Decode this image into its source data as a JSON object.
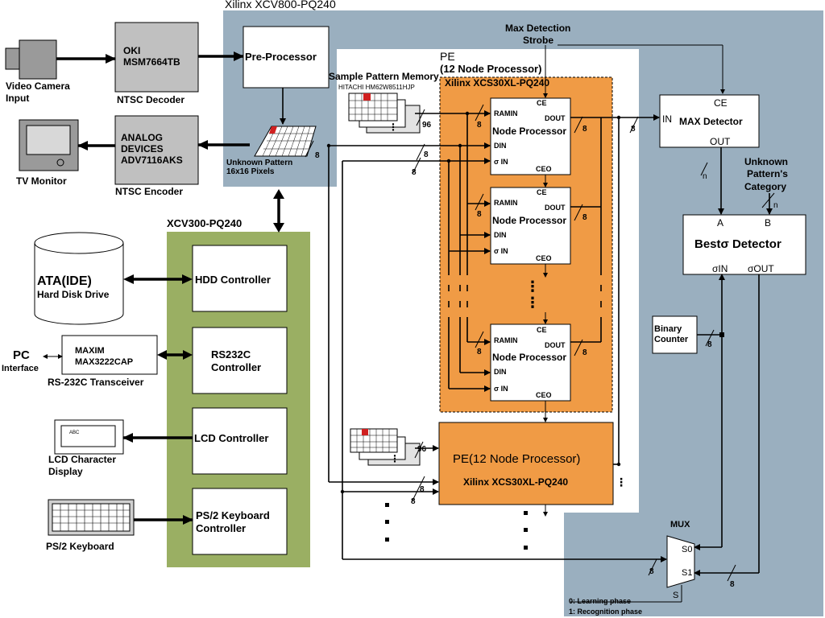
{
  "colors": {
    "fpga_bg": "#9aafbf",
    "green_bg": "#9aaf63",
    "orange": "#f09b45"
  },
  "regions": {
    "main_fpga": "Xilinx XCV800-PQ240",
    "io_fpga": "XCV300-PQ240",
    "pe_title": "PE",
    "pe_subtitle": "(12 Node Processor)",
    "pe_chip": "Xilinx XCS30XL-PQ240"
  },
  "left": {
    "camera": [
      "Video Camera",
      "Input"
    ],
    "decoder": [
      "OKI",
      "MSM7664TB"
    ],
    "decoder_caption": "NTSC Decoder",
    "tv": "TV Monitor",
    "encoder": [
      "ANALOG",
      "DEVICES",
      "ADV7116AKS"
    ],
    "encoder_caption": "NTSC Encoder",
    "hdd": [
      "ATA(IDE)",
      "Hard Disk Drive"
    ],
    "pc": [
      "PC",
      "Interface"
    ],
    "maxim": [
      "MAXIM",
      "MAX3222CAP"
    ],
    "maxim_caption": "RS-232C Transceiver",
    "lcd_screen": "ABC",
    "lcd": [
      "LCD Character",
      "Display"
    ],
    "keyboard": "PS/2 Keyboard"
  },
  "controllers": {
    "hdd": [
      "HDD Controller"
    ],
    "rs232": [
      "RS232C",
      "Controller"
    ],
    "lcd": [
      "LCD Controller"
    ],
    "ps2": [
      "PS/2 Keyboard",
      "Controller"
    ]
  },
  "center": {
    "preprocessor": "Pre-Processor",
    "pattern": [
      "Unknown Pattern",
      "16x16 Pixels"
    ],
    "sample_memory": "Sample Pattern Memory",
    "sample_chip": "HITACHI HM62W8511HJP"
  },
  "node": {
    "name": "Node Processor",
    "ce": "CE",
    "ramin": "RAMIN",
    "dout": "DOUT",
    "din": "DIN",
    "sin": "σ IN",
    "ceo": "CEO"
  },
  "pe2": {
    "title": "PE(12 Node Processor)",
    "chip": "Xilinx XCS30XL-PQ240"
  },
  "right": {
    "strobe": [
      "Max Detection",
      "Strobe"
    ],
    "maxdet": {
      "ce": "CE",
      "in": "IN",
      "name": "MAX Detector",
      "out": "OUT"
    },
    "category": [
      "Unknown",
      "Pattern's",
      "Category"
    ],
    "best": {
      "a": "A",
      "b": "B",
      "name": "Bestσ  Detector",
      "sin": "σIN",
      "sout": "σOUT"
    },
    "counter": [
      "Binary",
      "Counter"
    ],
    "mux": {
      "title": "MUX",
      "s0": "S0",
      "s1": "S1",
      "s": "S"
    },
    "legend": [
      "0: Learning phase",
      "1: Recognition phase"
    ]
  },
  "bus": {
    "w8": "8",
    "w96": "96",
    "wn": "n",
    "dots": "⋮"
  }
}
